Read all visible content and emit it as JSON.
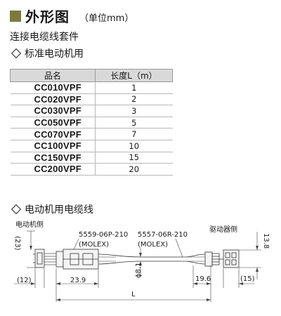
{
  "header": {
    "title": "外形图",
    "unit": "（单位mm）"
  },
  "subtitle": "连接电缆线套件",
  "length_section": {
    "title": "标准电动机用",
    "columns": [
      "品名",
      "长度L（m）"
    ],
    "rows": [
      {
        "model": "CC010VPF",
        "length": "1"
      },
      {
        "model": "CC020VPF",
        "length": "2"
      },
      {
        "model": "CC030VPF",
        "length": "3"
      },
      {
        "model": "CC050VPF",
        "length": "5"
      },
      {
        "model": "CC070VPF",
        "length": "7"
      },
      {
        "model": "CC100VPF",
        "length": "10"
      },
      {
        "model": "CC150VPF",
        "length": "15"
      },
      {
        "model": "CC200VPF",
        "length": "20"
      }
    ]
  },
  "drawing_section": {
    "title": "电动机用电缆线",
    "motor_side_label": "电动机侧",
    "driver_side_label": "驱动器侧",
    "connector_left_part": "5559-06P-210",
    "connector_left_maker": "(MOLEX)",
    "connector_right_part": "5557-06R-210",
    "connector_right_maker": "(MOLEX)",
    "dim_23": "(23)",
    "dim_12": "(12)",
    "dim_23_9": "23.9",
    "dim_phi": "ϕ8.1",
    "dim_L": "L",
    "dim_19_6": "19.6",
    "dim_15": "(15)",
    "dim_13_8": "13.8"
  }
}
